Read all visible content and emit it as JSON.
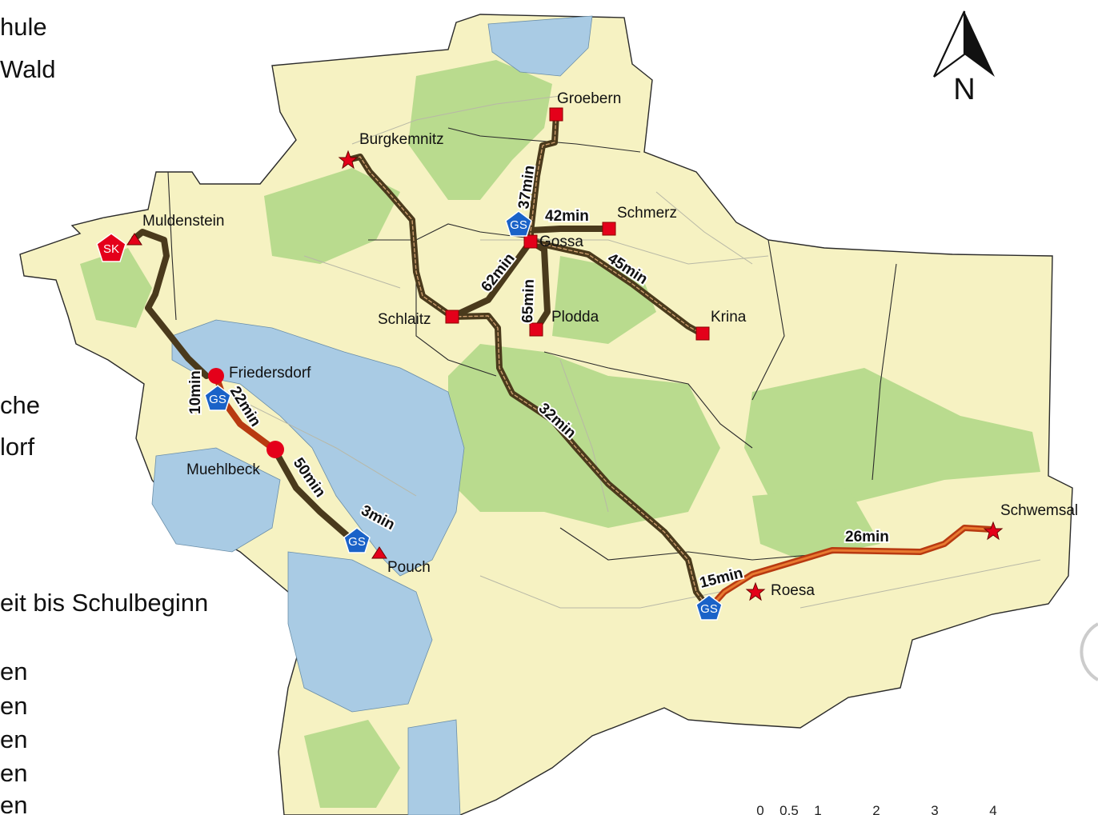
{
  "north": {
    "label": "N"
  },
  "legend": {
    "items": [
      "hule",
      "Wald",
      "che",
      "lorf",
      "eit bis Schulbeginn",
      "en",
      "en",
      "en",
      "en",
      "en"
    ]
  },
  "places": {
    "groebern": "Groebern",
    "burgkemnitz": "Burgkemnitz",
    "muldenstein": "Muldenstein",
    "schmerz": "Schmerz",
    "gossa": "Gossa",
    "schlaitz": "Schlaitz",
    "plodda": "Plodda",
    "krina": "Krina",
    "friedersdorf": "Friedersdorf",
    "muehlbeck": "Muehlbeck",
    "pouch": "Pouch",
    "schwemsal": "Schwemsal",
    "roesa": "Roesa"
  },
  "durations": {
    "d37": "37min",
    "d42": "42min",
    "d45": "45min",
    "d62": "62min",
    "d65": "65min",
    "d10": "10min",
    "d22": "22min",
    "d50": "50min",
    "d3": "3min",
    "d32": "32min",
    "d15": "15min",
    "d26": "26min"
  },
  "schools": {
    "gs": "GS",
    "sk": "SK"
  },
  "scalebar": {
    "ticks": [
      "0",
      "0.5",
      "1",
      "2",
      "3",
      "4"
    ]
  },
  "colors": {
    "land": "#f6f2c2",
    "forest": "#b9db8e",
    "water": "#a9cbe4",
    "route_dark": "#4a3a1c",
    "route_red": "#b83a10",
    "school_blue": "#1a62c8",
    "marker_red": "#e4001a"
  }
}
